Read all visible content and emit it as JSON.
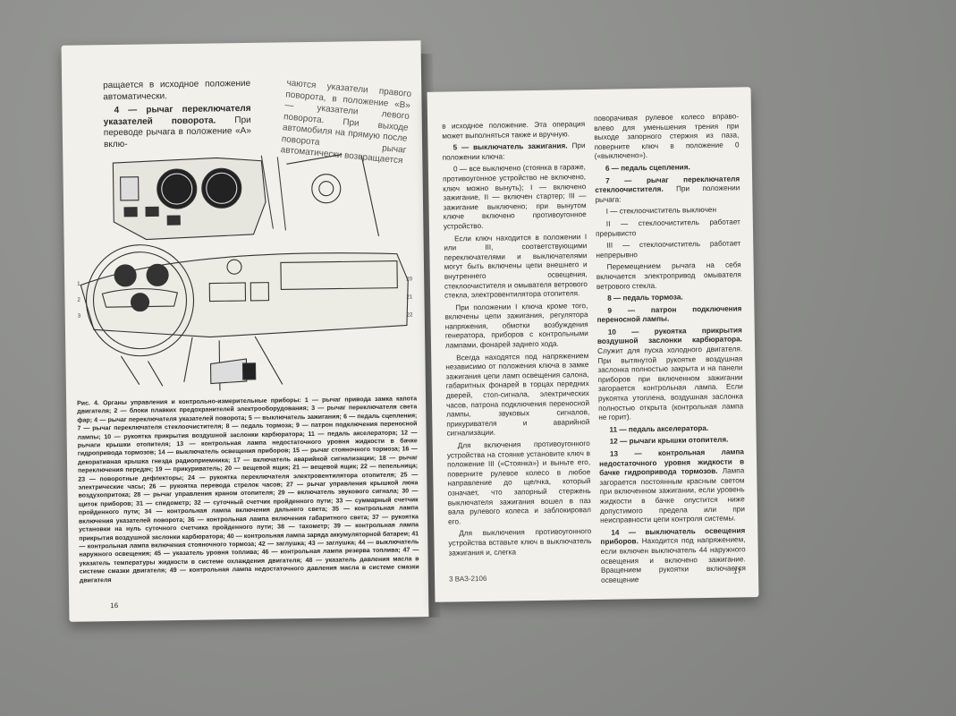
{
  "left": {
    "col1": [
      {
        "text": "ращается в исходное положение автоматически.",
        "bold": ""
      },
      {
        "num": "4 — рычаг переключателя указателей поворота.",
        "text": " При переводе рычага в положение «А» вклю-"
      }
    ],
    "col2": "чаются указатели правого поворота, в положение «В» — указатели левого поворота. При выходе автомобиля на прямую после поворота рычаг автоматически возвращается",
    "caption": "Рис. 4. Органы управления и контрольно-измерительные приборы: 1 — рычаг привода замка капота двигателя; 2 — блоки плавких предохранителей электрооборудования; 3 — рычаг переключателя света фар; 4 — рычаг переключателя указателей поворота; 5 — выключатель зажигания; 6 — педаль сцепления; 7 — рычаг переключателя стеклоочистителя; 8 — педаль тормоза; 9 — патрон подключения переносной лампы; 10 — рукоятка прикрытия воздушной заслонки карбюратора; 11 — педаль акселератора; 12 — рычаги крышки отопителя; 13 — контрольная лампа недостаточного уровня жидкости в бачке гидропривода тормозов; 14 — выключатель освещения приборов; 15 — рычаг стояночного тормоза; 16 — декоративная крышка гнезда радиоприемника; 17 — включатель аварийной сигнализации; 18 — рычаг переключения передач; 19 — прикуриватель; 20 — вещевой ящик; 21 — вещевой ящик; 22 — пепельница; 23 — поворотные дефлекторы; 24 — рукоятка переключателя электровентилятора отопителя; 25 — электрические часы; 26 — рукоятка перевода стрелок часов; 27 — рычаг управления крышкой люка воздухопритока; 28 — рычаг управления краном отопителя; 29 — включатель звукового сигнала; 30 — щиток приборов; 31 — спидометр; 32 — суточный счетчик пройденного пути; 33 — суммарный счетчик пройденного пути; 34 — контрольная лампа включения дальнего света; 35 — контрольная лампа включения указателей поворота; 36 — контрольная лампа включения габаритного света; 37 — рукоятка установки на нуль суточного счетчика пройденного пути; 38 — тахометр; 39 — контрольная лампа прикрытия воздушной заслонки карбюратора; 40 — контрольная лампа заряда аккумуляторной батареи; 41 — контрольная лампа включения стояночного тормоза; 42 — заглушка; 43 — заглушка; 44 — выключатель наружного освещения; 45 — указатель уровня топлива; 46 — контрольная лампа резерва топлива; 47 — указатель температуры жидкости в системе охлаждения двигателя; 48 — указатель давления масла в системе смазки двигателя; 49 — контрольная лампа недостаточного давления масла в системе смазки двигателя",
    "page_number": "16"
  },
  "right": {
    "col1": [
      {
        "num": "",
        "text": "в исходное положение. Эта операция может выполняться также и вручную."
      },
      {
        "num": "5 — выключатель зажигания.",
        "text": " При положении ключа:"
      },
      {
        "num": "",
        "text": "0 — все выключено (стоянка в гараже, противоугонное устройство не включено, ключ можно вынуть); I — включено зажигание, II — включен стартер; III — зажигание выключено; при вынутом ключе включено противоугонное устройство."
      },
      {
        "num": "",
        "text": "Если ключ находится в положении I или III, соответствующими переключателями и выключателями могут быть включены цепи внешнего и внутреннего освещения, стеклоочистителя и омывателя ветрового стекла, электровентилятора отопителя."
      },
      {
        "num": "",
        "text": "При положении I ключа кроме того, включены цепи зажигания, регулятора напряжения, обмотки возбуждения генератора, приборов с контрольными лампами, фонарей заднего хода."
      },
      {
        "num": "",
        "text": "Всегда находятся под напряжением независимо от положения ключа в замке зажигания цепи ламп освещения салона, габаритных фонарей в торцах передних дверей, стоп-сигнала, электрических часов, патрона подключения переносной лампы, звуковых сигналов, прикуривателя и аварийной сигнализации."
      },
      {
        "num": "",
        "text": "Для включения противоугонного устройства на стоянке установите ключ в положение III («Стоянка») и выньте его, поверните рулевое колесо в любое направление до щелчка, который означает, что запорный стержень выключателя зажигания вошел в паз вала рулевого колеса и заблокировал его."
      },
      {
        "num": "",
        "text": "Для выключения противоугонного устройства вставьте ключ в выключатель зажигания и, слегка"
      }
    ],
    "col2": [
      {
        "num": "",
        "text": "поворачивая рулевое колесо вправо-влево для уменьшения трения при выходе запорного стержня из паза, поверните ключ в положение 0 («выключено»)."
      },
      {
        "num": "6 — педаль сцепления.",
        "text": ""
      },
      {
        "num": "7 — рычаг переключателя стеклоочистителя.",
        "text": " При положении рычага:"
      },
      {
        "num": "",
        "text": "I — стеклоочиститель выключен"
      },
      {
        "num": "",
        "text": "II — стеклоочиститель работает прерывисто"
      },
      {
        "num": "",
        "text": "III — стеклоочиститель работает непрерывно"
      },
      {
        "num": "",
        "text": "Перемещением рычага на себя включается электропривод омывателя ветрового стекла."
      },
      {
        "num": "8 — педаль тормоза.",
        "text": ""
      },
      {
        "num": "9 — патрон подключения переносной лампы.",
        "text": ""
      },
      {
        "num": "10 — рукоятка прикрытия воздушной заслонки карбюратора.",
        "text": " Служит для пуска холодного двигателя. При вытянутой рукоятке воздушная заслонка полностью закрыта и на панели приборов при включенном зажигании загорается контрольная лампа. Если рукоятка утоплена, воздушная заслонка полностью открыта (контрольная лампа не горит)."
      },
      {
        "num": "11 — педаль акселератора.",
        "text": ""
      },
      {
        "num": "12 — рычаги крышки отопителя.",
        "text": ""
      },
      {
        "num": "13 — контрольная лампа недостаточного уровня жидкости в бачке гидропривода тормозов.",
        "text": " Лампа загорается постоянным красным светом при включенном зажигании, если уровень жидкости в бачке опустится ниже допустимого предела или при неисправности цепи контроля системы."
      },
      {
        "num": "14 — выключатель освещения приборов.",
        "text": " Находится под напряжением, если включен выключатель 44 наружного освещения и включено зажигание. Вращением рукоятки включается освещение"
      }
    ],
    "footer_left": "3 ВАЗ-2106",
    "page_number": "17"
  },
  "colors": {
    "paper": "#f1f0ea",
    "background": "#8e8f8c",
    "ink": "#2a2a2a"
  }
}
